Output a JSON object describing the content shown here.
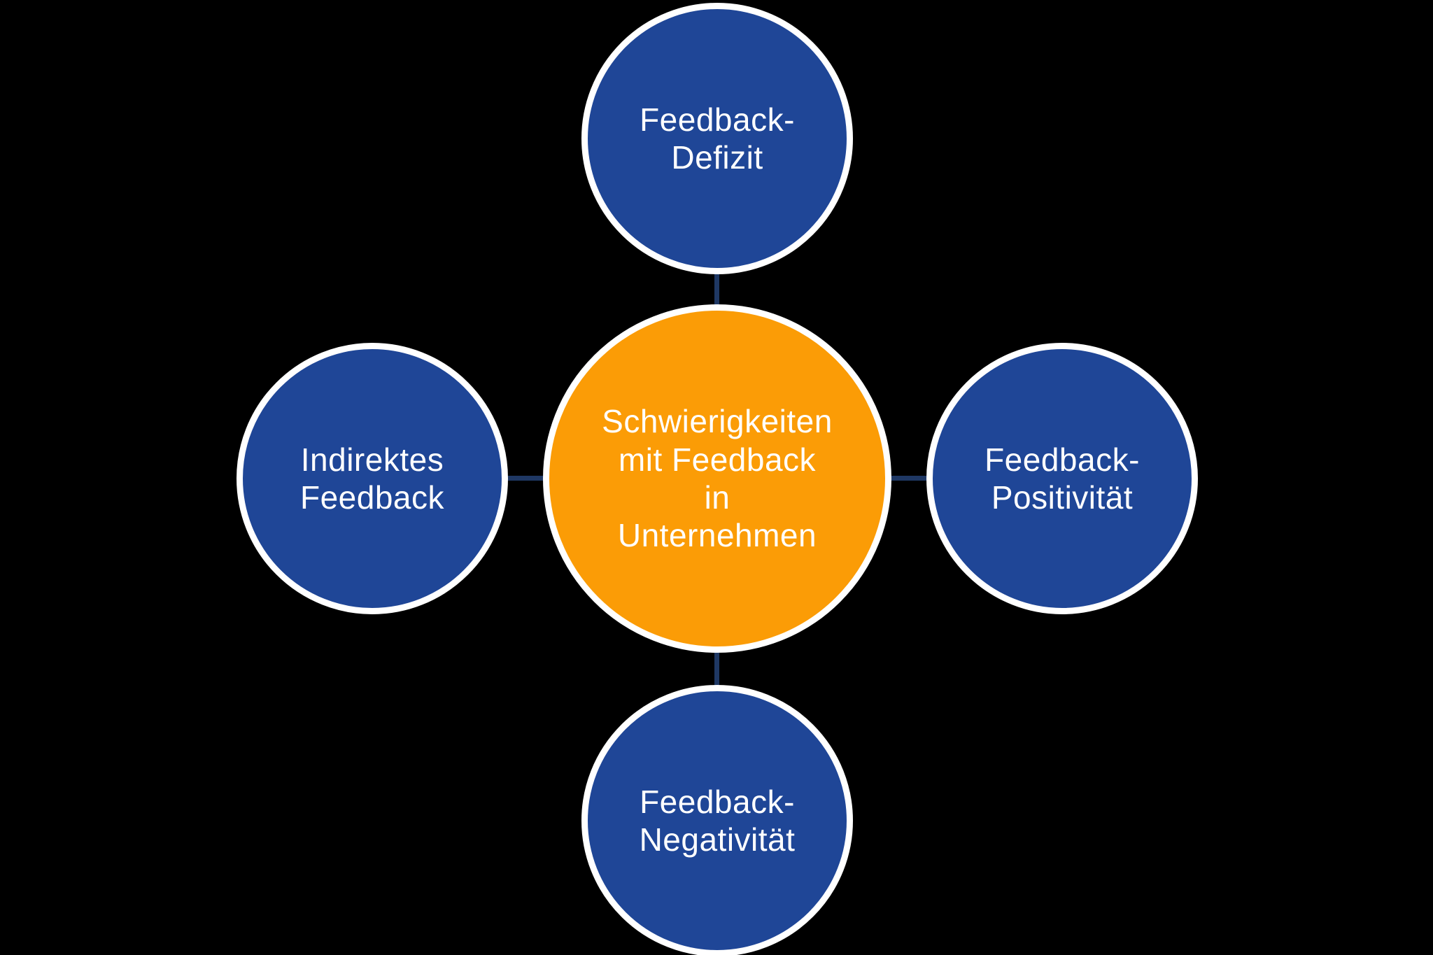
{
  "diagram": {
    "title_hint": "Schwierigkeiten mit Feedback in Unternehmen",
    "center": {
      "label": "Schwierigkeiten\nmit Feedback\nin\nUnternehmen"
    },
    "top": {
      "label": "Feedback-\nDefizit"
    },
    "right": {
      "label": "Feedback-\nPositivität"
    },
    "bottom": {
      "label": "Feedback-\nNegativität"
    },
    "left": {
      "label": "Indirektes\nFeedback"
    }
  },
  "colors": {
    "background": "#000000",
    "satellite_fill": "#1F4697",
    "center_fill": "#FB9C06",
    "connector": "#1F3864",
    "circle_border": "#FFFFFF",
    "text": "#FFFFFF"
  }
}
